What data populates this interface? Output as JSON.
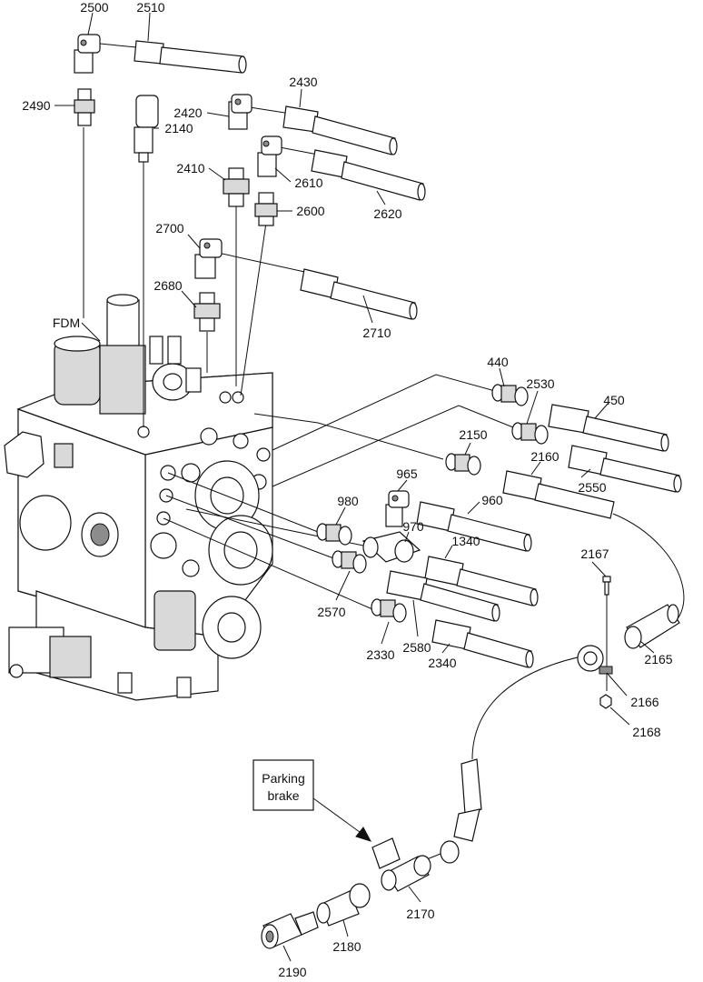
{
  "figure": {
    "labels": {
      "l2500": "2500",
      "l2510": "2510",
      "l2490": "2490",
      "l2140": "2140",
      "l2420": "2420",
      "l2430": "2430",
      "l2410": "2410",
      "l2610": "2610",
      "l2620": "2620",
      "l2600": "2600",
      "l2700": "2700",
      "l2680": "2680",
      "l2710": "2710",
      "lFDM": "FDM",
      "l440": "440",
      "l2530": "2530",
      "l450": "450",
      "l2150": "2150",
      "l2160": "2160",
      "l2550": "2550",
      "l965": "965",
      "l980": "980",
      "l960": "960",
      "l970": "970",
      "l1340": "1340",
      "l2167": "2167",
      "l2570": "2570",
      "l2165": "2165",
      "l2330": "2330",
      "l2580": "2580",
      "l2340": "2340",
      "l2166": "2166",
      "l2168": "2168",
      "l2170": "2170",
      "l2180": "2180",
      "l2190": "2190"
    },
    "note": {
      "line1": "Parking",
      "line2": "brake"
    }
  }
}
